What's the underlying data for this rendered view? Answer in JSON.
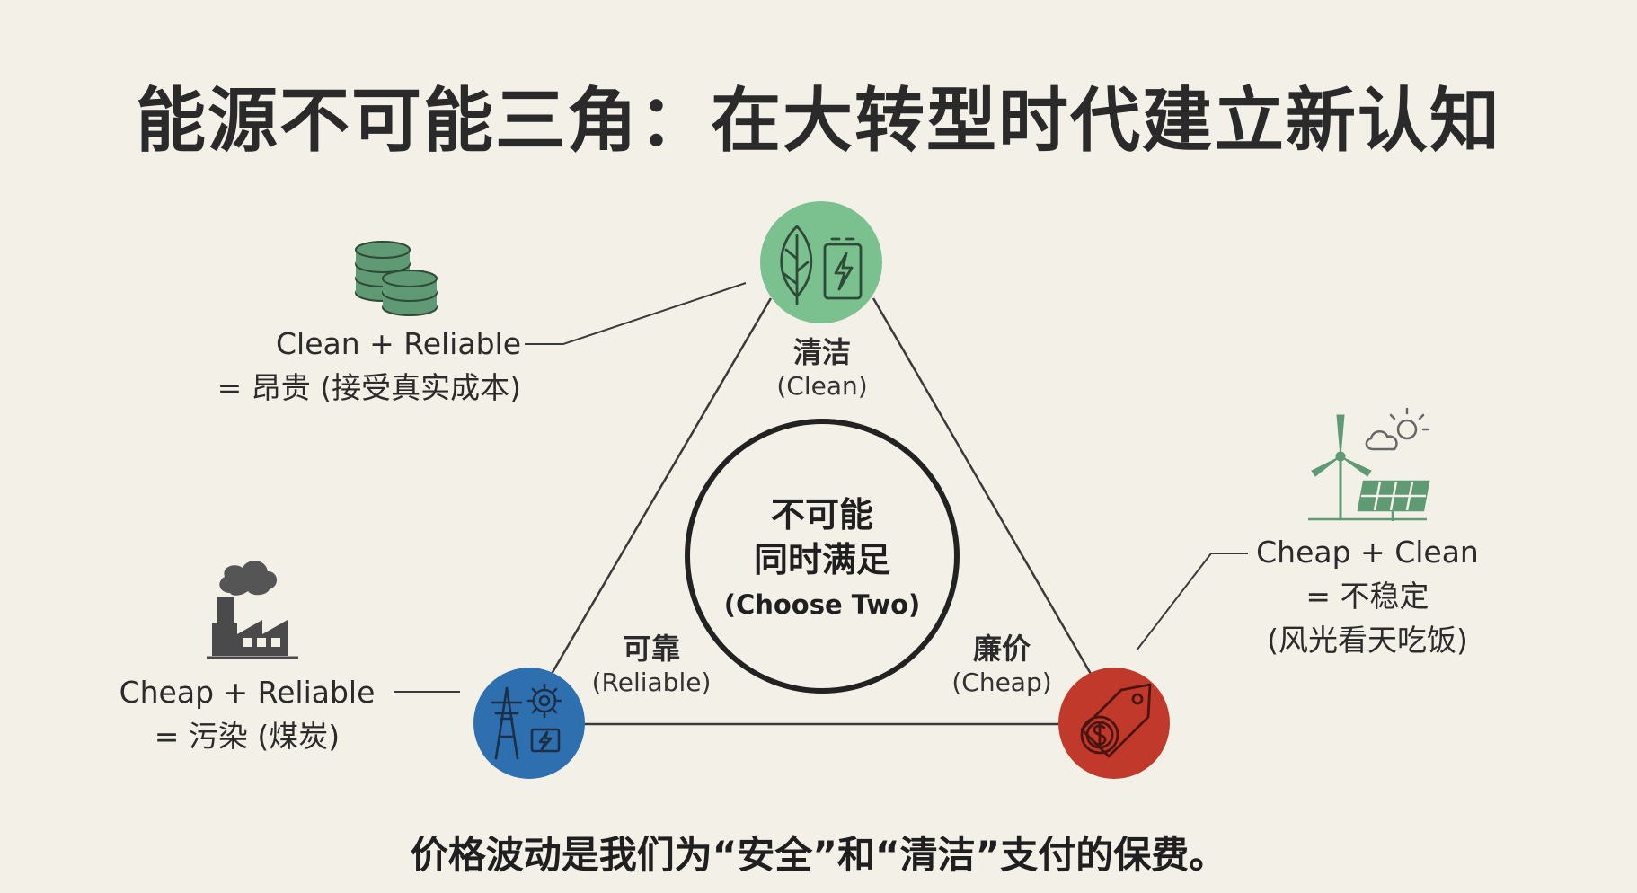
{
  "title": "能源不可能三角：在大转型时代建立新认知",
  "colors": {
    "background": "#f3f0e8",
    "clean": "#7bc08f",
    "reliable": "#2e6fb0",
    "cheap": "#c0392b",
    "line": "#3a3a3a",
    "icon": "#4a4a4a",
    "icon_green": "#5f9a74"
  },
  "vertices": {
    "clean": {
      "zh": "清洁",
      "en": "(Clean)",
      "icon": "leaf-battery-icon"
    },
    "reliable": {
      "zh": "可靠",
      "en": "(Reliable)",
      "icon": "power-tower-gear-icon"
    },
    "cheap": {
      "zh": "廉价",
      "en": "(Cheap)",
      "icon": "price-tag-coin-icon"
    }
  },
  "center": {
    "line1": "不可能",
    "line2": "同时满足",
    "line3": "(Choose Two)"
  },
  "pairs": {
    "clean_reliable": {
      "line1": "Clean + Reliable",
      "line2": "= 昂贵 (接受真实成本)",
      "icon": "coin-stack-icon"
    },
    "cheap_reliable": {
      "line1": "Cheap + Reliable",
      "line2": "= 污染 (煤炭)",
      "icon": "factory-smoke-icon"
    },
    "cheap_clean": {
      "line1": "Cheap + Clean",
      "line2": "= 不稳定",
      "line3": "(风光看天吃饭)",
      "icon": "wind-solar-icon"
    }
  },
  "footer": "价格波动是我们为“安全”和“清洁”支付的保费。"
}
